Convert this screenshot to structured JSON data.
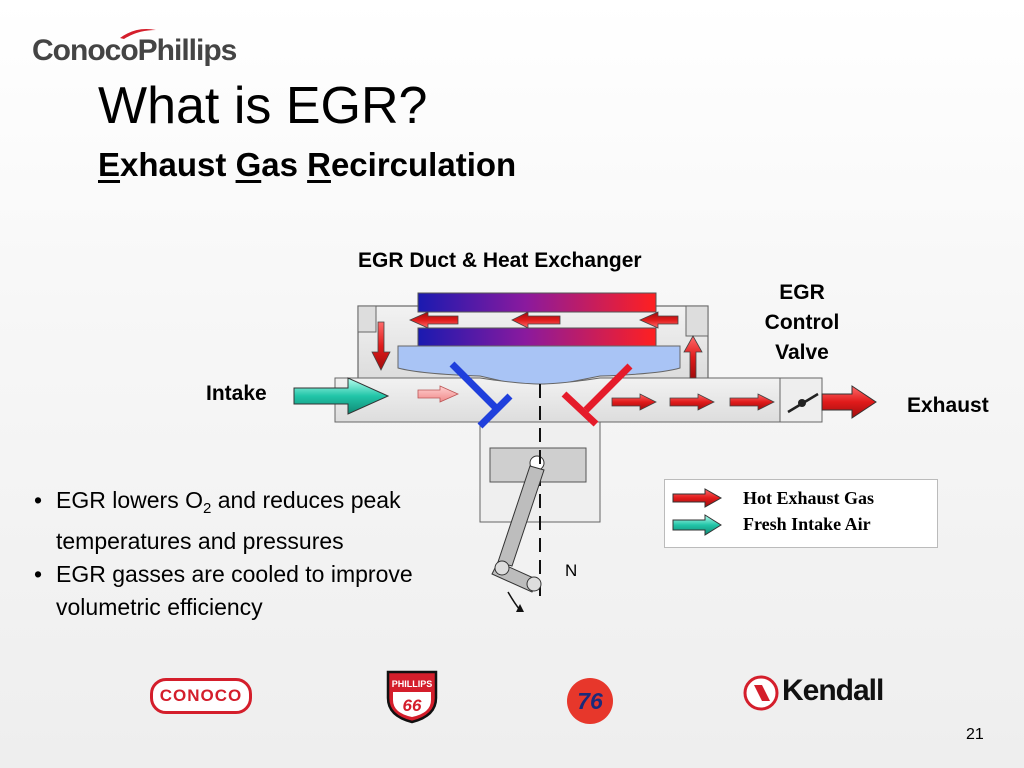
{
  "slide": {
    "company": "ConocoPhillips",
    "title": "What is EGR?",
    "subtitle": {
      "e": "E",
      "e_rest": "xhaust ",
      "g": "G",
      "g_rest": "as ",
      "r": "R",
      "r_rest": "ecirculation"
    },
    "page_number": "21"
  },
  "diagram": {
    "duct_label": "EGR Duct & Heat Exchanger",
    "valve_label_line1": "EGR",
    "valve_label_line2": "Control",
    "valve_label_line3": "Valve",
    "intake_label": "Intake",
    "exhaust_label": "Exhaust",
    "rotation_label": "N"
  },
  "bullets": [
    {
      "pre": "EGR lowers O",
      "sub": "2",
      "post": " and reduces peak temperatures and pressures"
    },
    {
      "pre": "EGR gasses are cooled to improve volumetric efficiency",
      "sub": "",
      "post": ""
    }
  ],
  "legend": {
    "hot": "Hot Exhaust Gas",
    "fresh": "Fresh Intake Air"
  },
  "logos": {
    "conoco": "CONOCO",
    "phillips_top": "PHILLIPS",
    "phillips_num": "66",
    "seventysix": "76",
    "kendall": "Kendall"
  },
  "colors": {
    "hot": "#e01b1b",
    "fresh": "#22c5a8",
    "duct_blue": "#a9c4f5",
    "valve_blue": "#1f3fdc",
    "valve_red": "#e51b2a"
  }
}
